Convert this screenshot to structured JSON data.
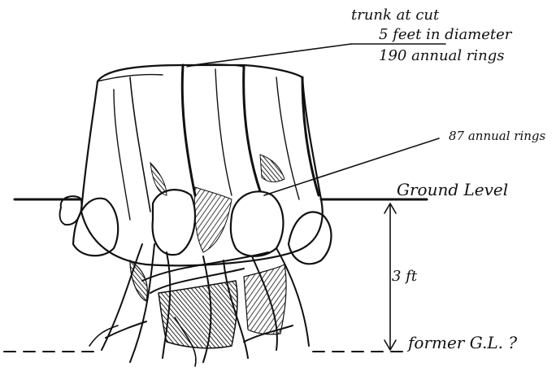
{
  "annotations": {
    "trunk_line1": "trunk at cut",
    "trunk_line2": "5 feet in diameter",
    "trunk_line3": "190 annual rings",
    "root_rings": "87 annual rings",
    "ground_level": "Ground Level",
    "height": "3 ft",
    "former_level": "former G.L. ?"
  },
  "colors": {
    "ink": "#111111",
    "paper": "#ffffff"
  }
}
